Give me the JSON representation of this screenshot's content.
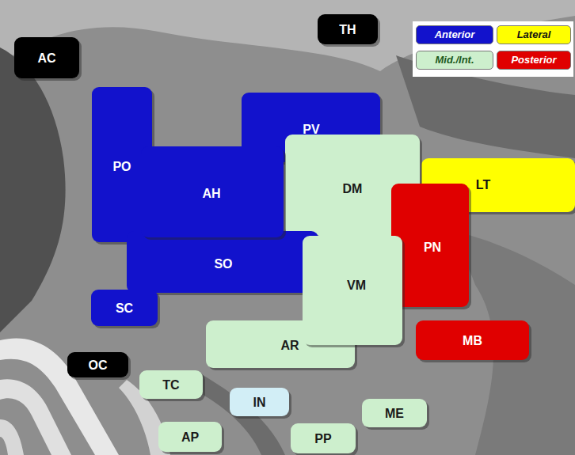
{
  "diagram": {
    "nodes": [
      {
        "text": [
          "AC"
        ]
      },
      {
        "text": [
          "TH"
        ]
      },
      {
        "text": [
          "PV"
        ]
      },
      {
        "text": [
          "PO"
        ]
      },
      {
        "text": [
          "AH"
        ]
      },
      {
        "text": [
          "DM"
        ]
      },
      {
        "text": [
          "LT"
        ]
      },
      {
        "text": [
          "PN"
        ]
      },
      {
        "text": [
          "SO"
        ]
      },
      {
        "text": [
          "VM"
        ]
      },
      {
        "text": [
          "SC"
        ]
      },
      {
        "text": [
          "AR"
        ]
      },
      {
        "text": [
          "MB"
        ]
      },
      {
        "text": [
          "OC"
        ]
      },
      {
        "text": [
          "TC"
        ]
      },
      {
        "text": [
          "IN"
        ]
      },
      {
        "text": [
          "ME"
        ]
      },
      {
        "text": [
          "AP"
        ]
      },
      {
        "text": [
          "PP"
        ]
      }
    ],
    "legend": [
      {
        "text": "Anterior",
        "color": "#1212cc"
      },
      {
        "text": "Lateral",
        "color": "#ffff00"
      },
      {
        "text": "Mid./Int.",
        "color": "#cdefcd"
      },
      {
        "text": "Posterior",
        "color": "#e00000"
      }
    ]
  }
}
